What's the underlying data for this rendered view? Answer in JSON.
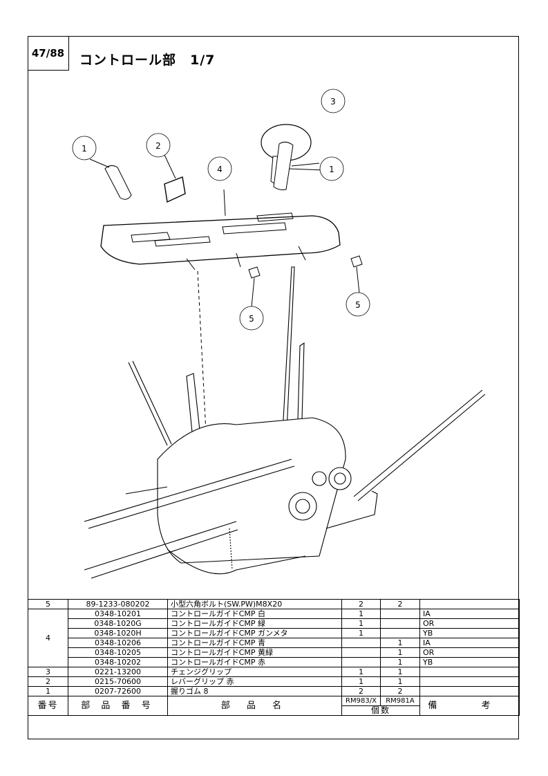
{
  "page_number": "47/88",
  "title": "コントロール部　1/7",
  "callouts": [
    "1",
    "2",
    "3",
    "4",
    "1",
    "5",
    "5"
  ],
  "table": {
    "headers": {
      "no": "番号",
      "part_no": "部 品 番 号",
      "part_name": "部 品 名",
      "model_a": "RM983/X",
      "model_b": "RM981A",
      "qty": "個数",
      "remarks": "備 考"
    },
    "rows": [
      {
        "no": "5",
        "part_no": "89-1233-080202",
        "name": "小型六角ボルト(SW.PW)M8X20",
        "qa": "2",
        "qb": "2",
        "rem": ""
      },
      {
        "no": "4",
        "part_no": "0348-10201",
        "name": "コントロールガイドCMP 白",
        "qa": "1",
        "qb": "",
        "rem": "IA"
      },
      {
        "no": "",
        "part_no": "0348-1020G",
        "name": "コントロールガイドCMP 緑",
        "qa": "1",
        "qb": "",
        "rem": "OR"
      },
      {
        "no": "",
        "part_no": "0348-1020H",
        "name": "コントロールガイドCMP ガンメタ",
        "qa": "1",
        "qb": "",
        "rem": "YB"
      },
      {
        "no": "",
        "part_no": "0348-10206",
        "name": "コントロールガイドCMP 青",
        "qa": "",
        "qb": "1",
        "rem": "IA"
      },
      {
        "no": "",
        "part_no": "0348-10205",
        "name": "コントロールガイドCMP 黄緑",
        "qa": "",
        "qb": "1",
        "rem": "OR"
      },
      {
        "no": "",
        "part_no": "0348-10202",
        "name": "コントロールガイドCMP 赤",
        "qa": "",
        "qb": "1",
        "rem": "YB"
      },
      {
        "no": "3",
        "part_no": "0221-13200",
        "name": "チェンジグリップ",
        "qa": "1",
        "qb": "1",
        "rem": ""
      },
      {
        "no": "2",
        "part_no": "0215-70600",
        "name": "レバーグリップ 赤",
        "qa": "1",
        "qb": "1",
        "rem": ""
      },
      {
        "no": "1",
        "part_no": "0207-72600",
        "name": "握りゴム 8",
        "qa": "2",
        "qb": "2",
        "rem": ""
      }
    ]
  }
}
